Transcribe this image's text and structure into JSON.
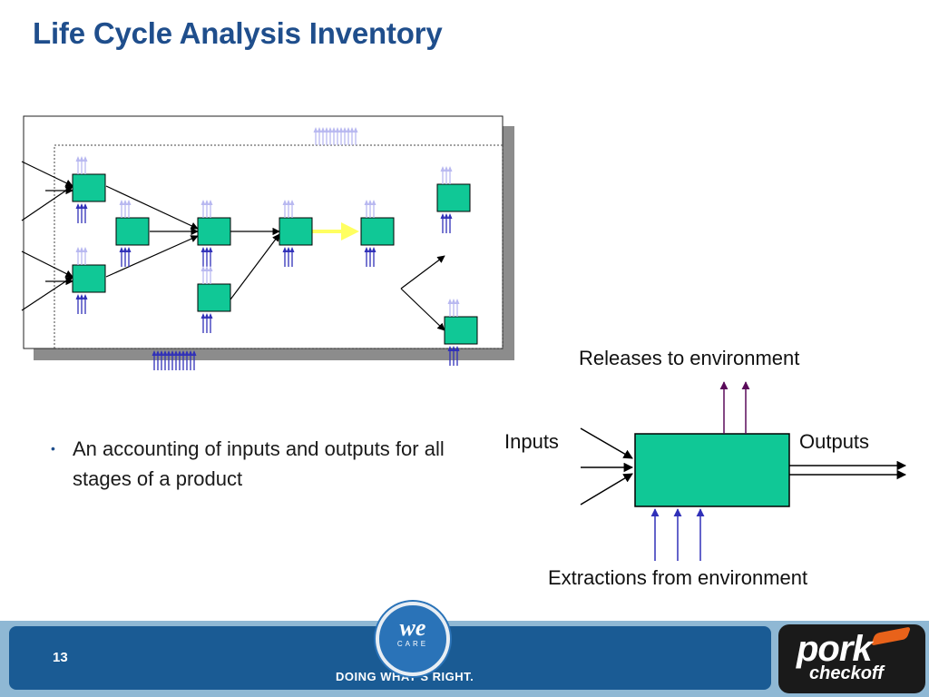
{
  "slide": {
    "title": "Life Cycle Analysis Inventory",
    "bullet": "An accounting of inputs and outputs for all stages of a product",
    "page_number": "13"
  },
  "unit_process_diagram": {
    "releases_label": "Releases to environment",
    "inputs_label": "Inputs",
    "outputs_label": "Outputs",
    "extractions_label": "Extractions from environment"
  },
  "footer": {
    "tagline": "DOING WHAT’S RIGHT.",
    "seal_text": "we",
    "seal_subtext": "CARE",
    "logo_text": "pork",
    "logo_subtext": "checkoff"
  },
  "colors": {
    "title": "#1f4e8c",
    "process_box": "#10c896",
    "release_arrow": "#b8b8f0",
    "extraction_arrow": "#3030b8",
    "flow_highlight": "#ffff60",
    "footer_bar": "#1a5b94"
  }
}
